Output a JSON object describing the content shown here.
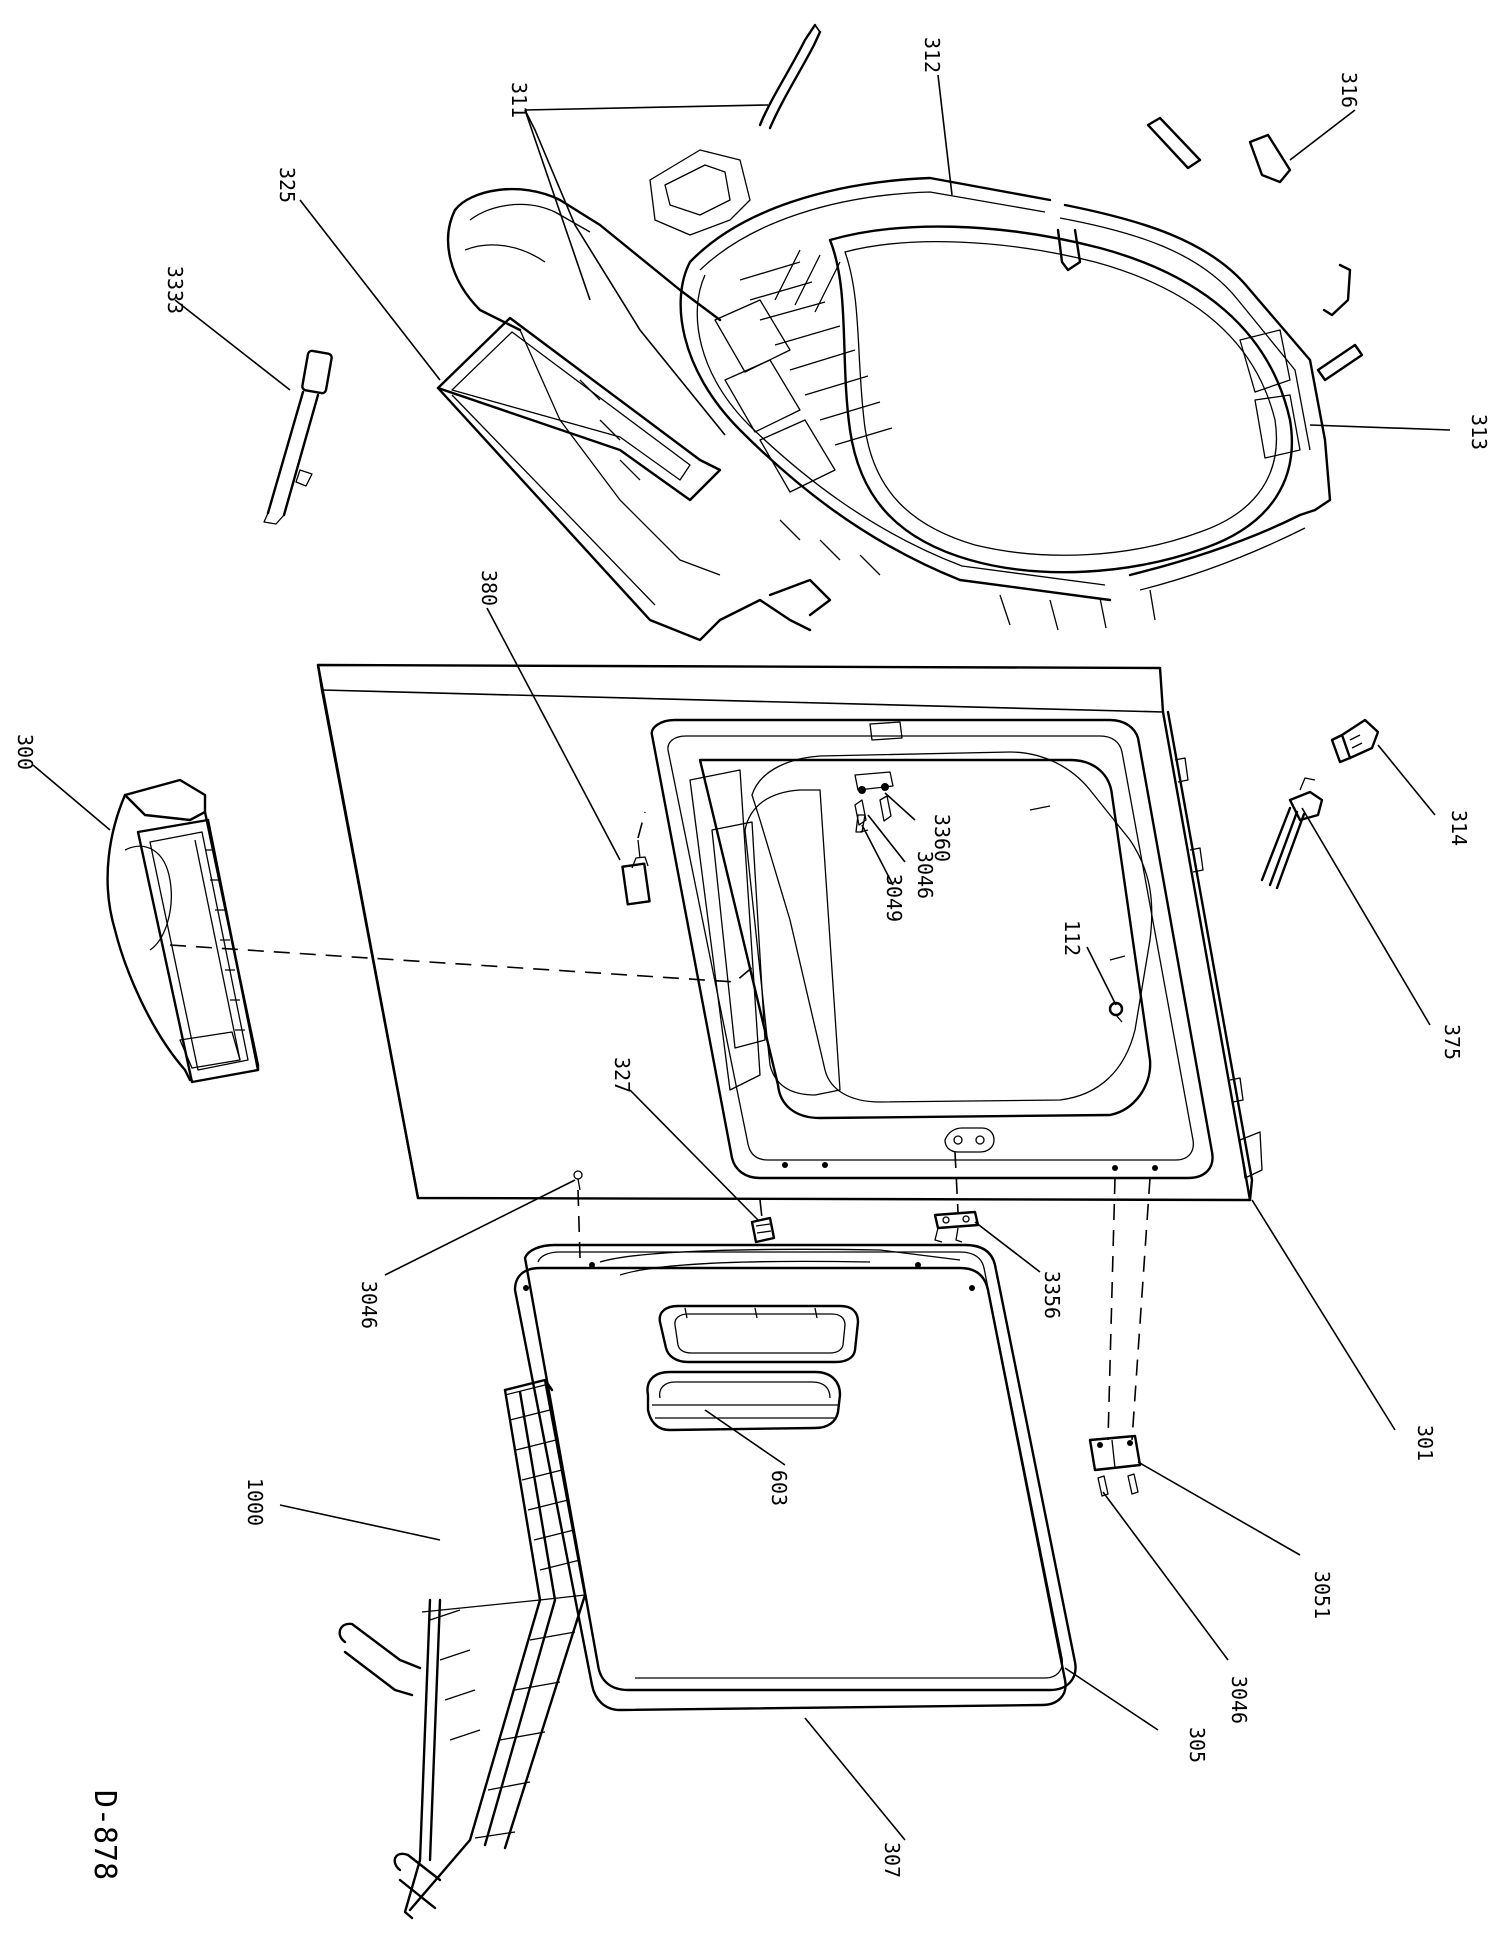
{
  "drawing_id": "D-878",
  "callouts": [
    {
      "id": "c311",
      "label": "311"
    },
    {
      "id": "c312",
      "label": "312"
    },
    {
      "id": "c316",
      "label": "316"
    },
    {
      "id": "c325",
      "label": "325"
    },
    {
      "id": "c3333",
      "label": "3333"
    },
    {
      "id": "c313",
      "label": "313"
    },
    {
      "id": "c380",
      "label": "380"
    },
    {
      "id": "c300",
      "label": "300"
    },
    {
      "id": "c314",
      "label": "314"
    },
    {
      "id": "c3360",
      "label": "3360"
    },
    {
      "id": "c3046a",
      "label": "3046"
    },
    {
      "id": "c3049",
      "label": "3049"
    },
    {
      "id": "c375",
      "label": "375"
    },
    {
      "id": "c112",
      "label": "112"
    },
    {
      "id": "c327",
      "label": "327"
    },
    {
      "id": "c3046b",
      "label": "3046"
    },
    {
      "id": "c3356",
      "label": "3356"
    },
    {
      "id": "c301",
      "label": "301"
    },
    {
      "id": "c603",
      "label": "603"
    },
    {
      "id": "c1000",
      "label": "1000"
    },
    {
      "id": "c3051",
      "label": "3051"
    },
    {
      "id": "c3046c",
      "label": "3046"
    },
    {
      "id": "c305",
      "label": "305"
    },
    {
      "id": "c307",
      "label": "307"
    }
  ]
}
